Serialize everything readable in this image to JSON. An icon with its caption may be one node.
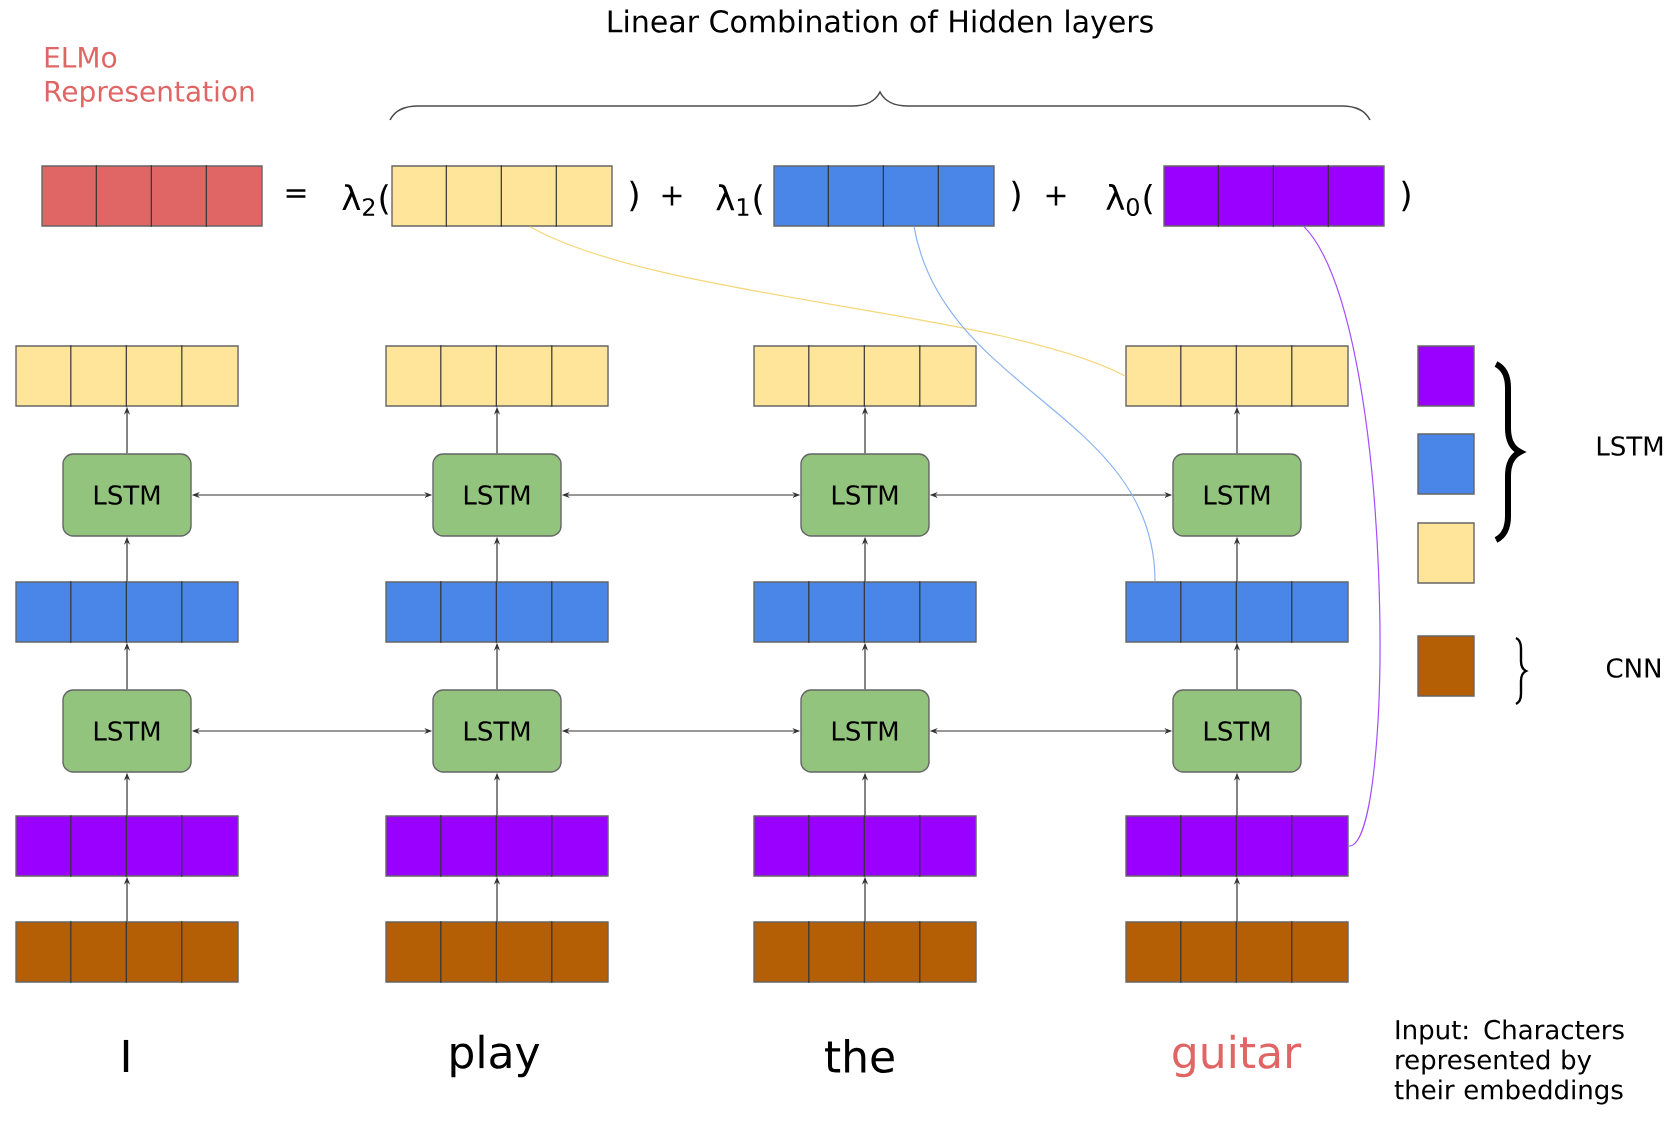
{
  "diagram": {
    "nodes": [
      {
        "text": [],
        "shape": "bar",
        "beside": [
          "ELMo Representation"
        ]
      },
      {
        "text": [],
        "shape": "bar"
      },
      {
        "text": [],
        "shape": "bar"
      },
      {
        "text": [],
        "shape": "bar"
      },
      {
        "text": [],
        "shape": "bar"
      },
      {
        "text": [],
        "shape": "bar"
      },
      {
        "text": [],
        "shape": "bar"
      },
      {
        "text": [],
        "shape": "bar"
      },
      {
        "text": [
          "LSTM"
        ]
      },
      {
        "text": [
          "LSTM"
        ]
      },
      {
        "text": [
          "LSTM"
        ]
      },
      {
        "text": [
          "LSTM"
        ]
      },
      {
        "text": [],
        "shape": "bar"
      },
      {
        "text": [],
        "shape": "bar"
      },
      {
        "text": [],
        "shape": "bar"
      },
      {
        "text": [],
        "shape": "bar"
      },
      {
        "text": [
          "LSTM"
        ]
      },
      {
        "text": [
          "LSTM"
        ]
      },
      {
        "text": [
          "LSTM"
        ]
      },
      {
        "text": [
          "LSTM"
        ]
      },
      {
        "text": [],
        "shape": "bar"
      },
      {
        "text": [],
        "shape": "bar"
      },
      {
        "text": [],
        "shape": "bar"
      },
      {
        "text": [],
        "shape": "bar"
      },
      {
        "text": [],
        "shape": "bar"
      },
      {
        "text": [],
        "shape": "bar"
      },
      {
        "text": [],
        "shape": "bar"
      },
      {
        "text": [],
        "shape": "bar"
      },
      {
        "text": [],
        "shape": "box"
      },
      {
        "text": [],
        "shape": "box"
      },
      {
        "text": [],
        "shape": "box"
      },
      {
        "text": [],
        "shape": "box"
      }
    ],
    "edges": [
      {
        "from": 24,
        "to": 20,
        "arrow": "to"
      },
      {
        "from": 20,
        "to": 16,
        "arrow": "to"
      },
      {
        "from": 16,
        "to": 12,
        "arrow": "to"
      },
      {
        "from": 12,
        "to": 8,
        "arrow": "to"
      },
      {
        "from": 8,
        "to": 4,
        "arrow": "to"
      },
      {
        "from": 25,
        "to": 21,
        "arrow": "to"
      },
      {
        "from": 21,
        "to": 17,
        "arrow": "to"
      },
      {
        "from": 17,
        "to": 13,
        "arrow": "to"
      },
      {
        "from": 13,
        "to": 9,
        "arrow": "to"
      },
      {
        "from": 9,
        "to": 5,
        "arrow": "to"
      },
      {
        "from": 26,
        "to": 22,
        "arrow": "to"
      },
      {
        "from": 22,
        "to": 18,
        "arrow": "to"
      },
      {
        "from": 18,
        "to": 14,
        "arrow": "to"
      },
      {
        "from": 14,
        "to": 10,
        "arrow": "to"
      },
      {
        "from": 10,
        "to": 6,
        "arrow": "to"
      },
      {
        "from": 27,
        "to": 23,
        "arrow": "to"
      },
      {
        "from": 23,
        "to": 19,
        "arrow": "to"
      },
      {
        "from": 19,
        "to": 15,
        "arrow": "to"
      },
      {
        "from": 15,
        "to": 11,
        "arrow": "to"
      },
      {
        "from": 11,
        "to": 7,
        "arrow": "to"
      },
      {
        "from": 8,
        "to": 9,
        "arrow": "both"
      },
      {
        "from": 9,
        "to": 10,
        "arrow": "both"
      },
      {
        "from": 10,
        "to": 11,
        "arrow": "both"
      },
      {
        "from": 16,
        "to": 17,
        "arrow": "both"
      },
      {
        "from": 17,
        "to": 18,
        "arrow": "both"
      },
      {
        "from": 18,
        "to": 19,
        "arrow": "both"
      },
      {
        "from": 1,
        "to": 7,
        "arrow": "none",
        "color": "#f6d77a"
      },
      {
        "from": 2,
        "to": 15,
        "arrow": "none",
        "color": "#8ab4f0"
      },
      {
        "from": 3,
        "to": 23,
        "arrow": "none",
        "color": "#a64dff"
      }
    ],
    "labels": [
      "Linear Combination of Hidden layers",
      "=",
      "λ$_{2}$(",
      ")",
      "+",
      "λ$_{1}$(",
      ")",
      "+",
      "λ$_{0}$(",
      ")",
      "LSTM",
      "CNN",
      "I",
      "play",
      "the",
      "guitar",
      "Input: Characters represented by their embeddings"
    ]
  }
}
